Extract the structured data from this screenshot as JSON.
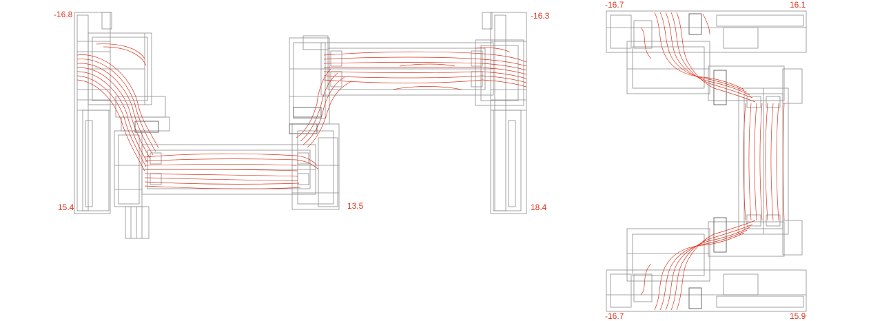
{
  "colors": {
    "profile": "#8a8a8a",
    "profile_dark": "#5a5a5a",
    "isotherm": "#e0331c",
    "label": "#e0331c",
    "background": "#ffffff"
  },
  "temperatures": {
    "left_top_left": "-16.8",
    "left_bottom_left": "15.4",
    "left_bottom_mid": "13.5",
    "middle_top_right": "-16.3",
    "middle_bottom_right": "18.4",
    "right_top_left": "-16.7",
    "right_top_right": "16.1",
    "right_bottom_left": "-16.7",
    "right_bottom_right": "15.9"
  }
}
